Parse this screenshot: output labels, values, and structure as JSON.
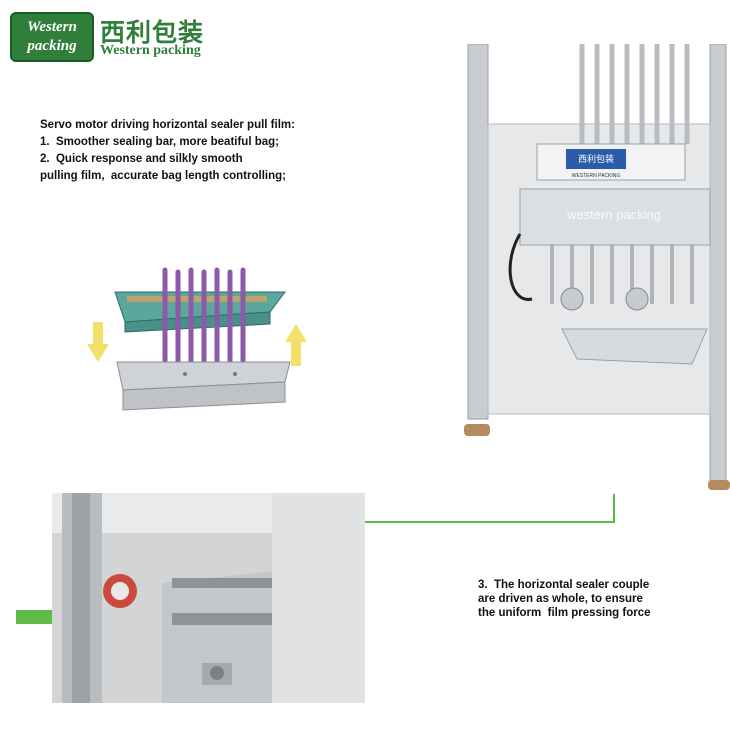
{
  "logo": {
    "box_line1": "Western",
    "box_line2": "packing",
    "chinese": "西利包装",
    "english": "Western packing",
    "brand_color": "#2f7f3a"
  },
  "description": {
    "heading": "Servo motor driving horizontal sealer pull film:",
    "point1": "1.  Smoother sealing bar, more beatiful bag;",
    "point2_line1": "2.  Quick response and silkly smooth",
    "point2_line2": "pulling film,  accurate bag length controlling;"
  },
  "note": {
    "line1": "3.  The horizontal sealer couple",
    "line2": "are driven as whole, to ensure",
    "line3": "the uniform  film pressing force"
  },
  "machine_panel": {
    "label_cn": "西利包装",
    "label_en": "WESTERN PACKING",
    "watermark": "western packing"
  },
  "colors": {
    "callout_green": "#5dbb46",
    "arrow_yellow": "#f3e06a",
    "sealer_teal": "#5aa7a0",
    "rod_purple": "#8c5aa6"
  }
}
